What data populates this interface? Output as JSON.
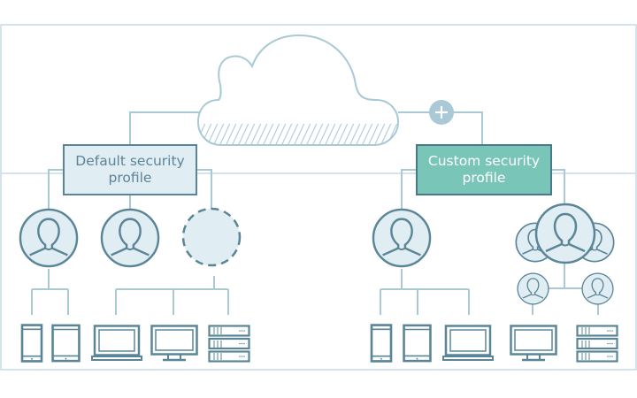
{
  "diagram": {
    "colors": {
      "frame": "#c5dce6",
      "line": "#a9c9d6",
      "icon_stroke": "#5a8597",
      "icon_fill": "#e0edf3",
      "custom_fill": "#79c5b8",
      "plus_fill": "#a9c9d6"
    },
    "cloud": {
      "label": "cloud-icon"
    },
    "connector_plus": {
      "glyph": "+"
    },
    "profiles": [
      {
        "id": "default",
        "label_line1": "Default security",
        "label_line2": "profile",
        "users": [
          {
            "type": "user",
            "devices": [
              "phone",
              "tablet"
            ]
          },
          {
            "type": "user",
            "devices": []
          },
          {
            "type": "placeholder-user",
            "devices": [
              "laptop",
              "monitor",
              "server"
            ]
          }
        ]
      },
      {
        "id": "custom",
        "label_line1": "Custom security",
        "label_line2": "profile",
        "users": [
          {
            "type": "user",
            "devices": [
              "phone",
              "tablet",
              "laptop"
            ]
          },
          {
            "type": "user-group",
            "members": [
              {
                "type": "user",
                "devices": [
                  "monitor"
                ]
              },
              {
                "type": "user",
                "devices": [
                  "server"
                ]
              }
            ]
          }
        ]
      }
    ]
  }
}
